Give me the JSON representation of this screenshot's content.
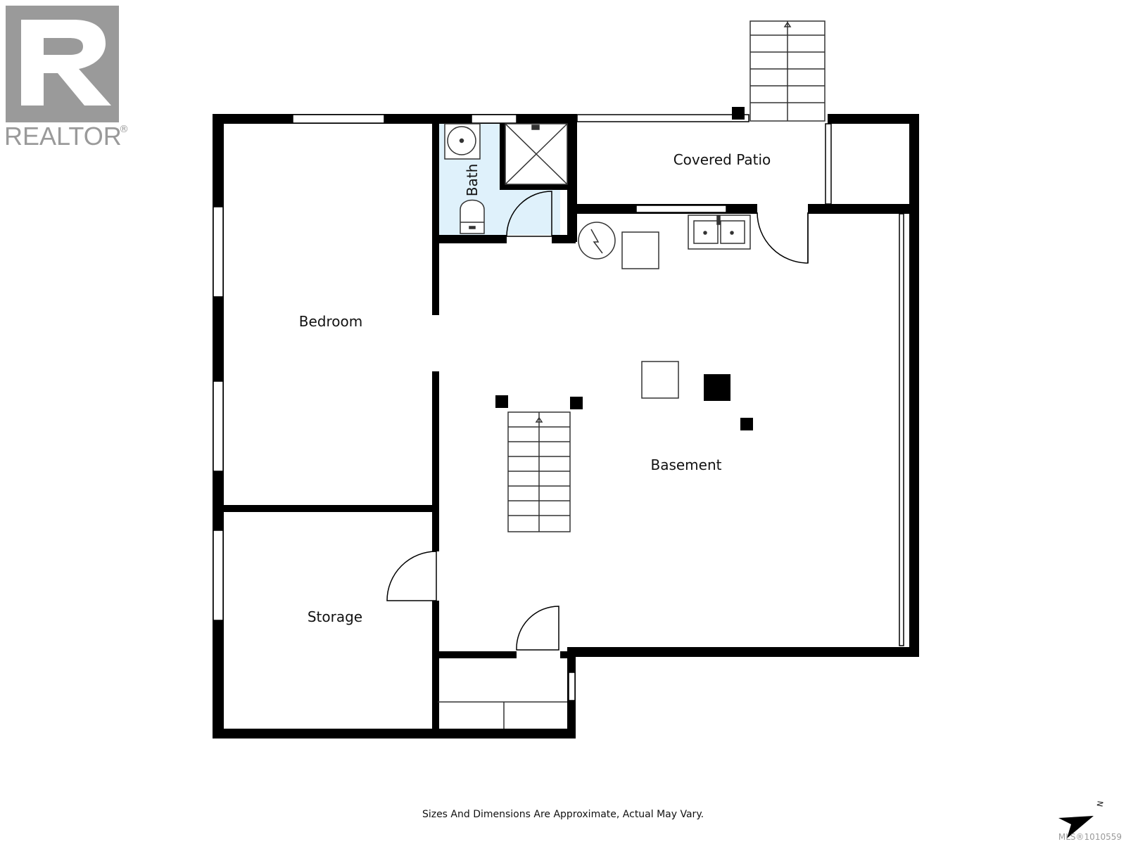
{
  "logo": {
    "letter": "R",
    "wordmark": "REALTOR",
    "registered_mark": "®",
    "color": "#9a9a9a"
  },
  "rooms": {
    "bedroom": "Bedroom",
    "storage": "Storage",
    "bath": "Bath",
    "basement": "Basement",
    "covered_patio": "Covered Patio"
  },
  "compass": {
    "north_label": "N"
  },
  "footer": {
    "disclaimer": "Sizes And Dimensions Are Approximate, Actual May Vary.",
    "mls_id": "MLS®1010559"
  },
  "colors": {
    "wall": "#000000",
    "bath_floor": "#dff1fb",
    "fixture_line": "#333333"
  }
}
